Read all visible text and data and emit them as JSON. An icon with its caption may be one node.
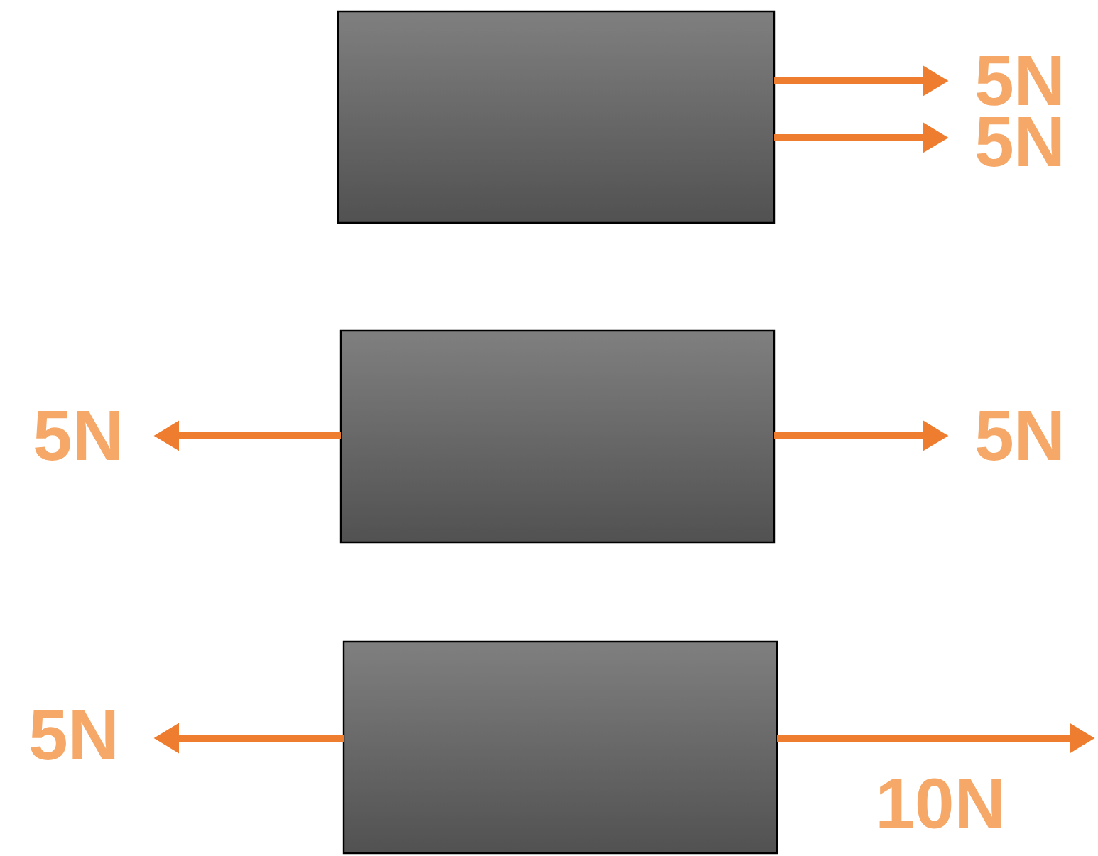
{
  "diagram": {
    "labels": [
      "5N",
      "5N",
      "5N",
      "5N",
      "5N",
      "10N"
    ]
  }
}
